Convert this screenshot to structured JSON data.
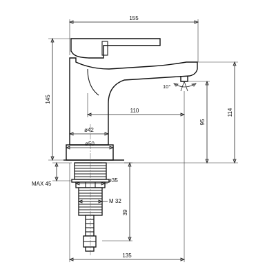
{
  "dimensions": {
    "overall_width": "155",
    "overall_height": "145",
    "angle": "10°",
    "reach": "110",
    "spout_height": "95",
    "outlet_height": "114",
    "body_diameter": "ø42",
    "base_diameter": "ø50",
    "max_thickness": "MAX 45",
    "nut_diameter": "ø35",
    "thread": "M 32",
    "shank_length": "39",
    "total_length": "135"
  }
}
